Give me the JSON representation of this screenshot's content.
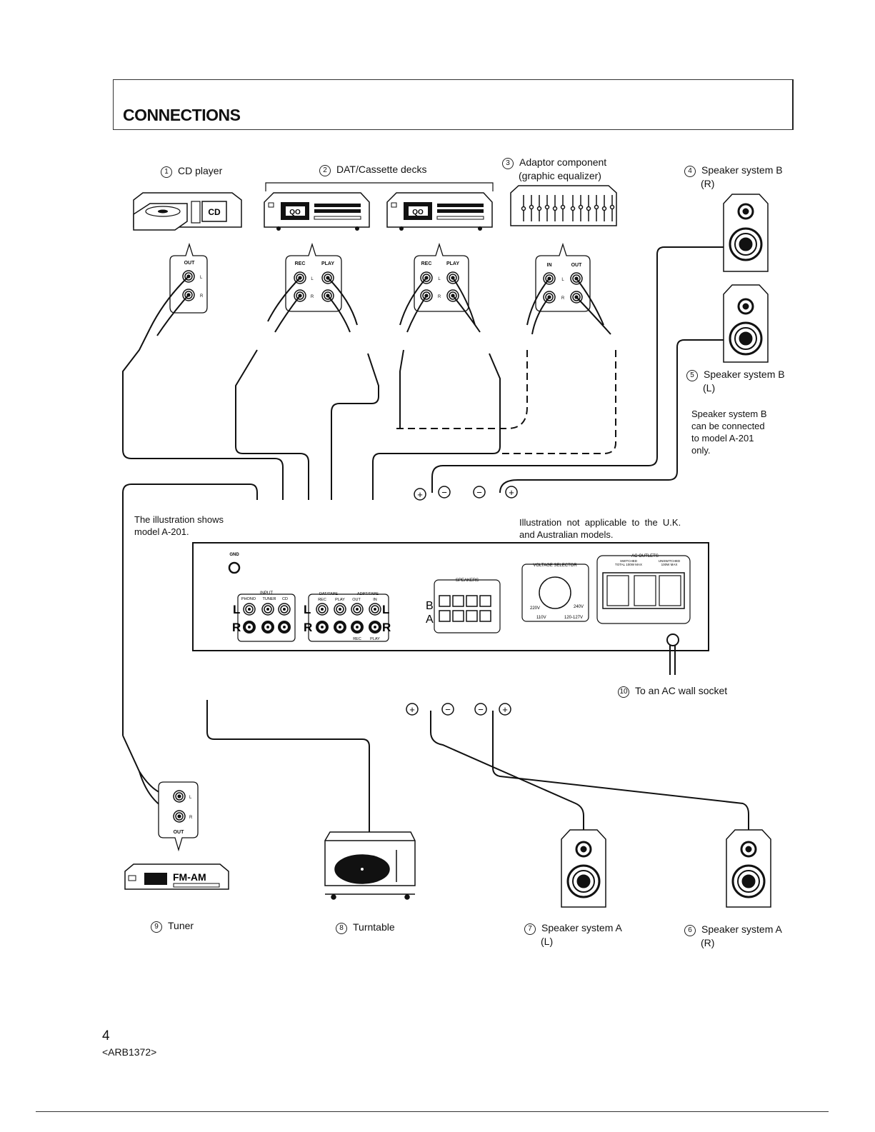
{
  "page": {
    "title": "CONNECTIONS",
    "page_number": "4",
    "doc_code": "<ARB1372>"
  },
  "components": {
    "cd_player": {
      "num": "1",
      "label": "CD player",
      "device_text": "CD"
    },
    "decks": {
      "num": "2",
      "label": "DAT/Cassette decks"
    },
    "adaptor": {
      "num": "3",
      "label": "Adaptor component",
      "sub": "(graphic equalizer)"
    },
    "spk_b_r": {
      "num": "4",
      "label": "Speaker system B",
      "sub": "(R)"
    },
    "spk_b_l": {
      "num": "5",
      "label": "Speaker system B",
      "sub": "(L)"
    },
    "spk_a_r": {
      "num": "6",
      "label": "Speaker system A",
      "sub": "(R)"
    },
    "spk_a_l": {
      "num": "7",
      "label": "Speaker system A",
      "sub": "(L)"
    },
    "turntable": {
      "num": "8",
      "label": "Turntable"
    },
    "tuner": {
      "num": "9",
      "label": "Tuner",
      "device_text": "FM-AM"
    },
    "ac_socket": {
      "num": "10",
      "label": "To an AC wall socket"
    }
  },
  "notes": {
    "speaker_b_note": [
      "Speaker system B",
      "can be connected",
      "to model A-201",
      "only."
    ],
    "model_note": [
      "The illustration shows",
      "model A-201."
    ],
    "uk_note": [
      "Illustration  not  applicable  to  the  U.K.",
      "and Australian models."
    ]
  },
  "jack_panels": {
    "cd": {
      "header": "OUT",
      "l": "L",
      "r": "R"
    },
    "deck1": {
      "rec": "REC",
      "play": "PLAY",
      "l": "L",
      "r": "R"
    },
    "deck2": {
      "rec": "REC",
      "play": "PLAY",
      "l": "L",
      "r": "R"
    },
    "eq": {
      "in": "IN",
      "out": "OUT",
      "l": "L",
      "r": "R"
    },
    "tuner": {
      "header": "OUT",
      "l": "L",
      "r": "R"
    }
  },
  "amp_panel": {
    "gnd": "GND",
    "input": "INPUT",
    "phono": "PHONO",
    "tuner": "TUNER",
    "cd": "CD",
    "dat_tape": "DAT/TAPE",
    "rec": "REC",
    "play": "PLAY",
    "adpt_tape": "ADPT/TAPE",
    "out": "OUT",
    "in": "IN",
    "L": "L",
    "R": "R",
    "speakers": "SPEAKERS",
    "B": "B",
    "A": "A",
    "plus": "+",
    "minus": "−",
    "voltage_selector": "VOLTAGE SELECTOR",
    "v220": "220V",
    "v240": "240V",
    "v110": "110V",
    "v120": "120-127V",
    "ac_outlets": "AC OUTLETS",
    "switched": "SWITCHED",
    "switched_total": "TOTAL 100W MAX",
    "unswitched": "UNSWITCHED",
    "unswitched_max": "100W MAX"
  }
}
